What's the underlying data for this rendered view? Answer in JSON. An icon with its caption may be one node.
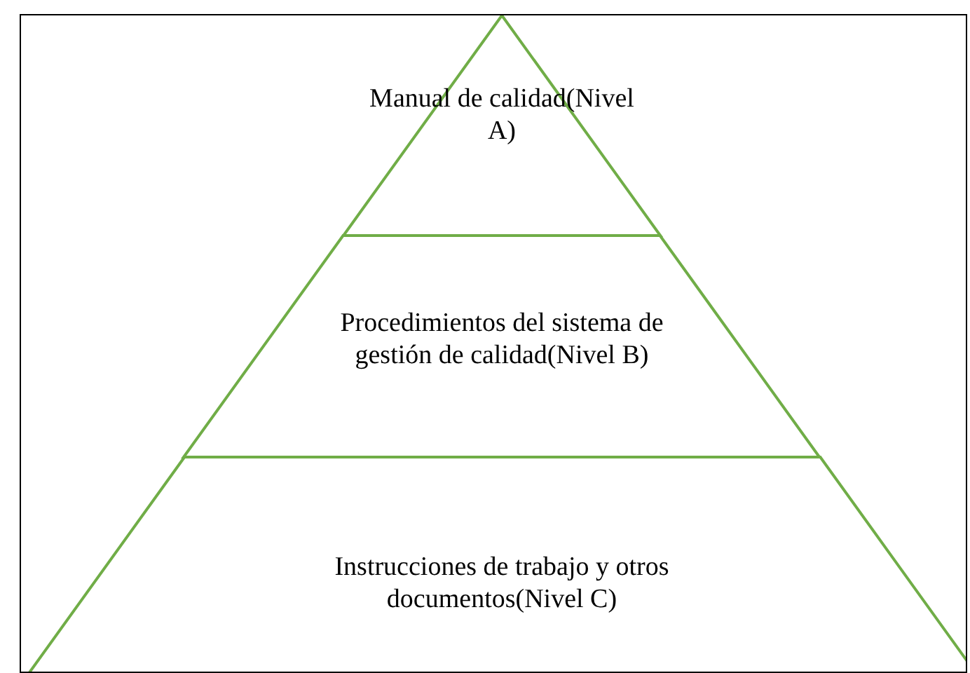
{
  "diagram": {
    "nodes": [
      {
        "text": [
          "Manual de calidad(Nivel A)"
        ]
      },
      {
        "text": [
          "Procedimientos del sistema de gestión de calidad(Nivel B)"
        ]
      },
      {
        "text": [
          "Instrucciones de trabajo y otros documentos(Nivel C)"
        ]
      }
    ]
  }
}
